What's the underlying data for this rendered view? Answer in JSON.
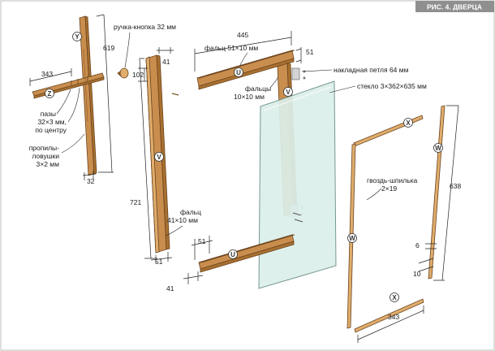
{
  "figure_title": "РИС. 4. ДВЕРЦА",
  "labels": {
    "handle": "ручка-кнопка 32 мм",
    "rabbet_top": "фальц 51×10 мм",
    "hinge": "накладная петля 64 мм",
    "rabbets_1": "фальцы",
    "rabbets_2": "10×10 мм",
    "glass": "стекло 3×362×635 мм",
    "grooves_1": "пазы",
    "grooves_2": "32×3 мм,",
    "grooves_3": "по центру",
    "kerfs_1": "пропилы-",
    "kerfs_2": "ловушки",
    "kerfs_3": "3×2 мм",
    "rabbet_side_1": "фальц",
    "rabbet_side_2": "41×10 мм",
    "nail_1": "гвоздь-шпилька",
    "nail_2": "2×19"
  },
  "dimensions": {
    "d_619": "619",
    "d_343_left": "343",
    "d_32": "32",
    "d_41_top": "41",
    "d_102": "102",
    "d_721": "721",
    "d_51_bottom": "51",
    "d_445": "445",
    "d_51_right": "51",
    "d_51_lower": "51",
    "d_41_lower": "41",
    "d_638": "638",
    "d_6": "6",
    "d_10": "10",
    "d_343_bottom": "343"
  },
  "part_tags": {
    "Y": "Y",
    "Z": "Z",
    "V": "V",
    "U": "U",
    "X": "X",
    "W": "W"
  },
  "colors": {
    "title_bar": "#8f8f8f",
    "wood": "#c98e4e",
    "glass": "#dcefea"
  }
}
